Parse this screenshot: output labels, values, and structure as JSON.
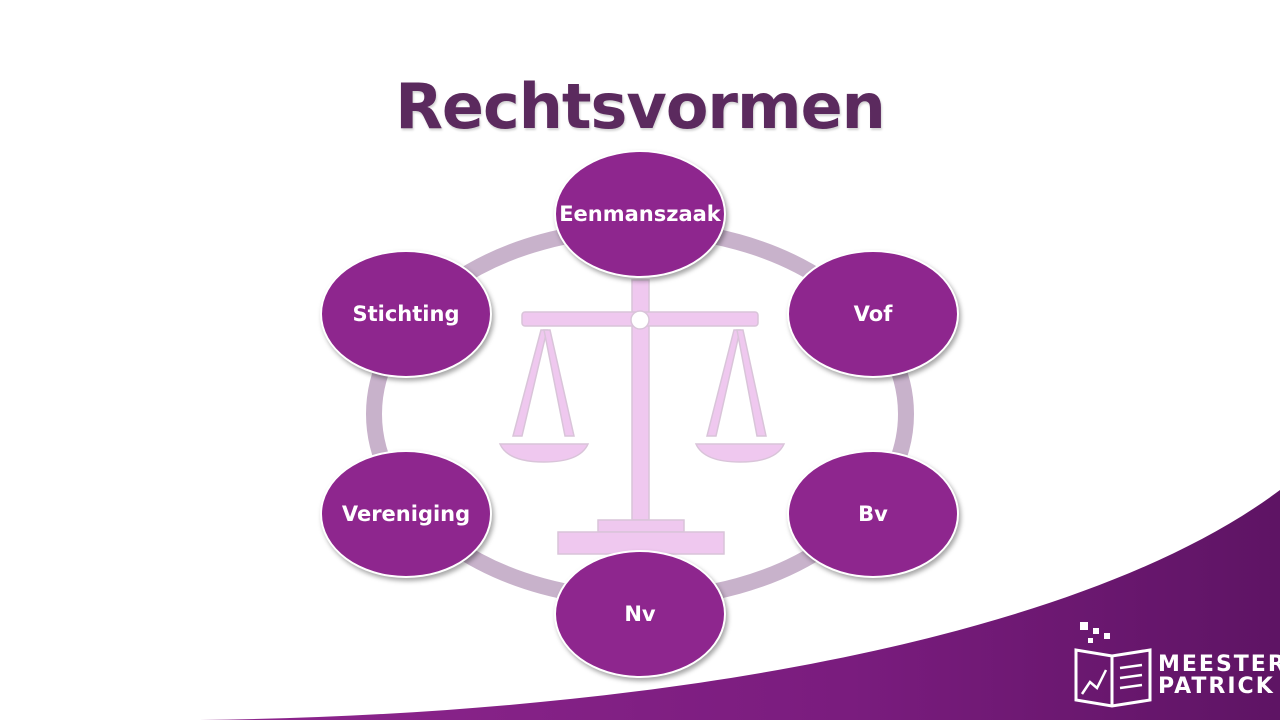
{
  "title": "Rechtsvormen",
  "nodes": {
    "top": "Eenmanszaak",
    "top_right": "Vof",
    "bottom_right": "Bv",
    "bottom": "Nv",
    "bottom_left": "Vereniging",
    "top_left": "Stichting"
  },
  "logo": {
    "line1": "MEESTER",
    "line2": "PATRICK"
  },
  "colors": {
    "node_fill": "#8e268e",
    "title": "#5b2a5e",
    "ring": "#c8b2cb",
    "scale": "#efc8ef",
    "swoosh": "#6a1670"
  },
  "icons": {
    "center": "balance-scale-icon",
    "logo": "book-chart-icon"
  }
}
